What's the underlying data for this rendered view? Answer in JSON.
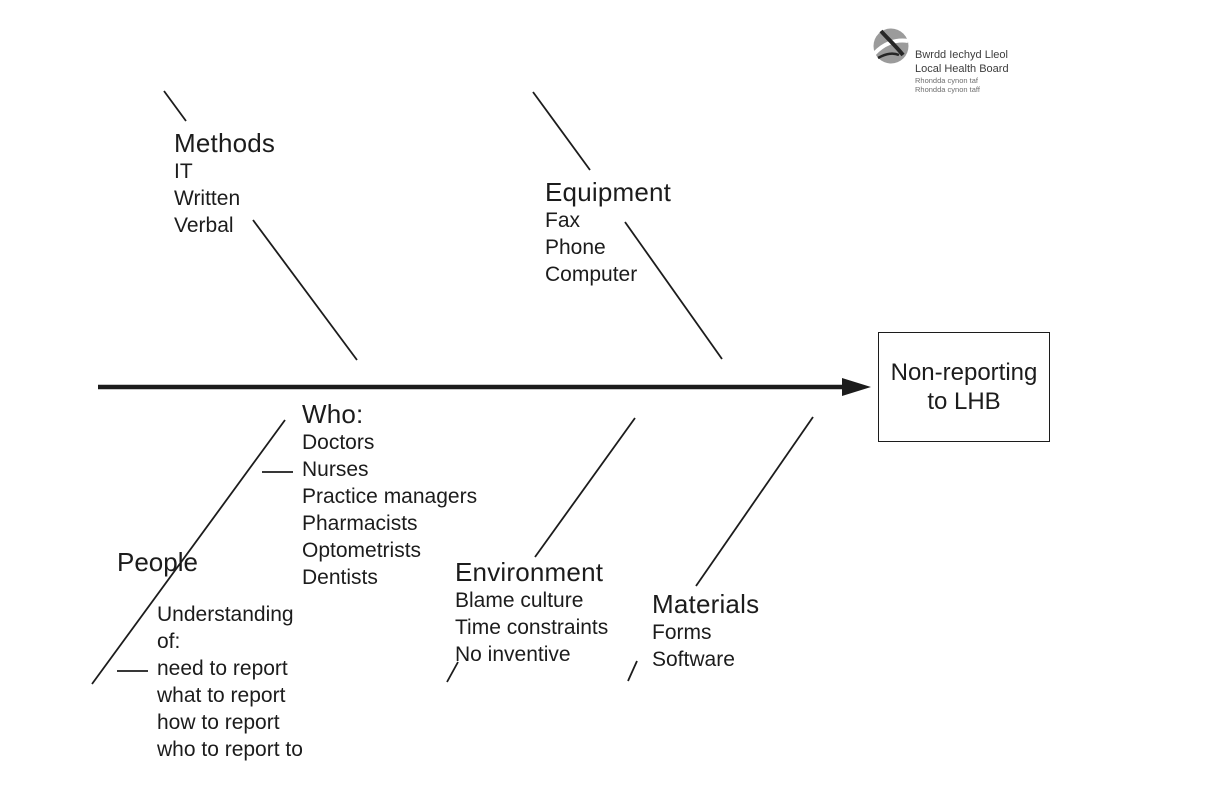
{
  "page": {
    "background": "#ffffff",
    "ink_color": "#1c1c1c",
    "diagram_type": "fishbone-cause-effect"
  },
  "logo": {
    "icon": "swoosh-globe-icon",
    "circle_color": "#9b9b9b",
    "name_line1": "Bwrdd Iechyd Lleol",
    "name_line2": "Local Health Board",
    "sub_line1": "Rhondda cynon taf",
    "sub_line2": "Rhondda cynon taff"
  },
  "effect_box": {
    "line1": "Non-reporting",
    "line2": "to LHB"
  },
  "categories": {
    "methods": {
      "title": "Methods",
      "items": [
        "IT",
        "Written",
        "Verbal"
      ]
    },
    "equipment": {
      "title": "Equipment",
      "items": [
        "Fax",
        "Phone",
        "Computer"
      ]
    },
    "who": {
      "title": "Who:",
      "items": [
        "Doctors",
        "Nurses",
        "Practice managers",
        "Pharmacists",
        "Optometrists",
        "Dentists"
      ]
    },
    "people": {
      "title": "People",
      "sub_items": [
        "Understanding",
        "of:",
        "need to report",
        "what to report",
        "how to report",
        "who to report to"
      ]
    },
    "environment": {
      "title": "Environment",
      "items": [
        "Blame culture",
        "Time constraints",
        "No inventive"
      ]
    },
    "materials": {
      "title": "Materials",
      "items": [
        "Forms",
        "Software"
      ]
    }
  }
}
